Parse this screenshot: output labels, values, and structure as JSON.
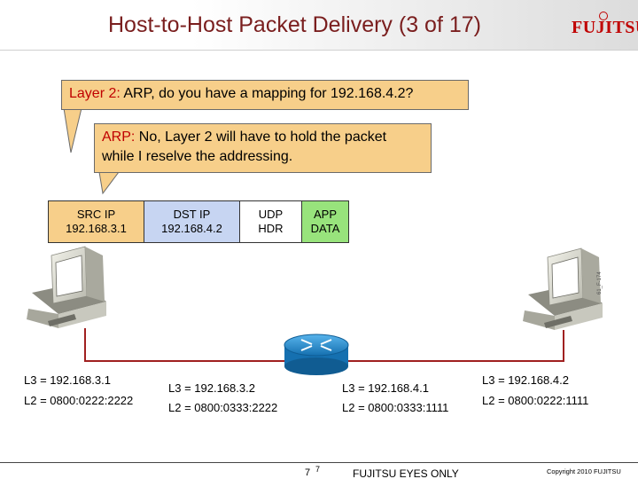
{
  "header": {
    "title": "Host-to-Host Packet Delivery (3 of 17)",
    "logo": "FUJITSU"
  },
  "bubble_question": {
    "label": "Layer 2:",
    "text": " ARP, do you have a mapping for 192.168.4.2?"
  },
  "bubble_answer": {
    "label": "ARP:",
    "line1": " No, Layer 2 will have to hold the packet",
    "line2": "while I reselve the addressing."
  },
  "packet": {
    "cells": [
      {
        "line1": "SRC IP",
        "line2": "192.168.3.1",
        "color": "#f7cf8a"
      },
      {
        "line1": "DST IP",
        "line2": "192.168.4.2",
        "color": "#c7d5f2"
      },
      {
        "line1": "UDP",
        "line2": "HDR",
        "color": "#ffffff"
      },
      {
        "line1": "APP",
        "line2": "DATA",
        "color": "#98e37c"
      }
    ]
  },
  "left_host": {
    "l3": "L3 = 192.168.3.1",
    "l2": "L2 = 0800:0222:2222"
  },
  "router_left": {
    "l3": "L3 = 192.168.3.2",
    "l2": "L2 = 0800:0333:2222"
  },
  "router_right": {
    "l3": "L3 = 192.168.4.1",
    "l2": "L2 = 0800:0333:1111"
  },
  "right_host": {
    "l3": "L3 = 192.168.4.2",
    "l2": "L2 = 0800:0222:1111"
  },
  "side_code": "61_F-174",
  "footer": {
    "page": "7",
    "page2": "7",
    "classification": "FUJITSU EYES ONLY",
    "copyright": "Copyright 2010 FUJITSU"
  },
  "colors": {
    "title": "#7a1e1e",
    "bubble": "#f7cf8a",
    "label_red": "#c00000",
    "link_red": "#a02020",
    "router": "#1f86c8"
  }
}
